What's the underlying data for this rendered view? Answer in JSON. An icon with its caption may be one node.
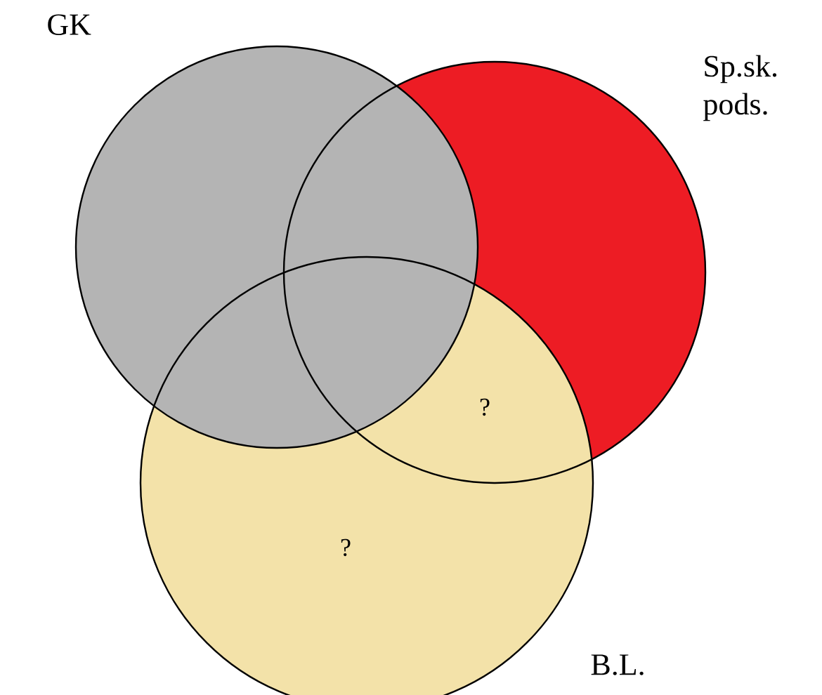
{
  "diagram": {
    "nodes": [
      {
        "text": [
          "GK"
        ]
      },
      {
        "text": [
          "Sp.sk. pods."
        ]
      },
      {
        "text": [
          "B.L."
        ]
      }
    ],
    "labels": [
      "?",
      "?"
    ]
  }
}
